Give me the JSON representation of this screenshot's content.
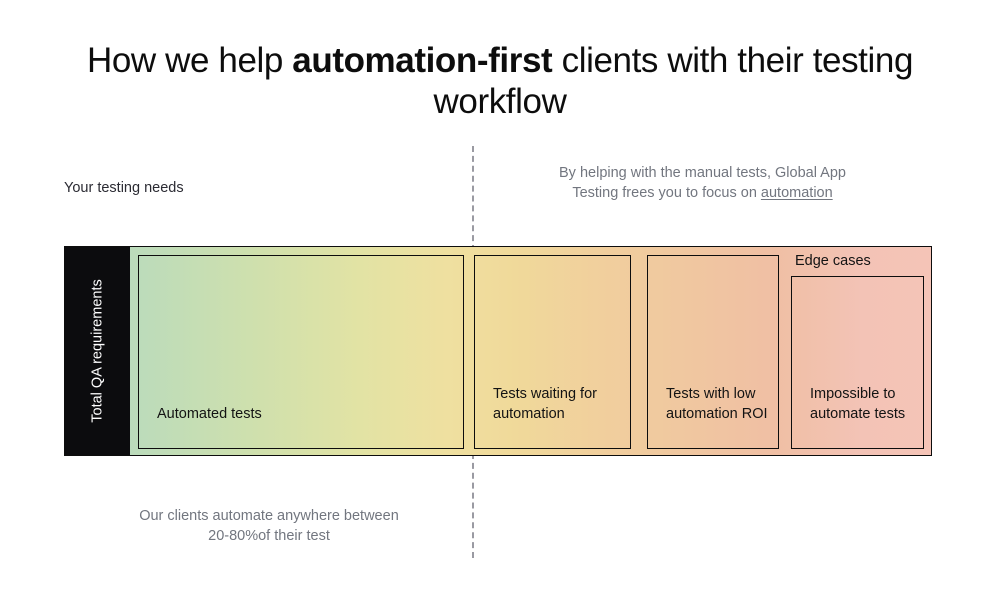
{
  "title": {
    "before": "How we help ",
    "emphasis": "automation-first",
    "after": " clients with their testing workflow"
  },
  "annotations": {
    "left_label": "Your testing needs",
    "right_note_line1": "By helping with the manual tests, Global App",
    "right_note_line2_before": "Testing frees you to focus on ",
    "right_note_link": "automation",
    "bottom_note_line1": "Our clients automate anywhere between",
    "bottom_note_line2": "20-80%of their test"
  },
  "chart_data": {
    "type": "bar",
    "title": "How we help automation-first clients with their testing workflow",
    "orientation": "horizontal-stacked",
    "ylabel": "Total QA requirements",
    "axis_label": "Total QA requirements",
    "categories": [
      "Automated tests",
      "Tests waiting for automation",
      "Tests with low automation ROI",
      "Impossible to automate tests"
    ],
    "values": [
      326,
      157,
      132,
      133
    ],
    "value_unit": "px-width",
    "segment_colors": [
      "#b2d8c3",
      "#e8e0a2",
      "#f0c79c",
      "#f1c0ab"
    ],
    "gradient": {
      "from": "#b2d8c3",
      "mid": "#ecdfa2",
      "to": "#f5c3b6"
    },
    "grid": false,
    "legend": "none",
    "annotations": [
      "Your testing needs",
      "By helping with the manual tests, Global App Testing frees you to focus on automation",
      "Our clients automate anywhere between 20-80%of their test",
      "Edge cases"
    ],
    "divider": {
      "style": "dashed",
      "position_fraction": 0.47,
      "color": "#9a9aa2"
    }
  },
  "segments": [
    {
      "label": "Automated tests",
      "group": ""
    },
    {
      "label": "Tests waiting for automation",
      "group": ""
    },
    {
      "label": "Tests with low automation ROI",
      "group": ""
    },
    {
      "label": "Impossible to automate tests",
      "group": "Edge cases"
    }
  ],
  "colors": {
    "bar_start": "#b2d8c3",
    "bar_mid": "#ecdfa2",
    "bar_end": "#f5c3b6",
    "axis_block": "#0c0c0e",
    "muted_text": "#72767f",
    "outline": "#0d0d0d"
  }
}
